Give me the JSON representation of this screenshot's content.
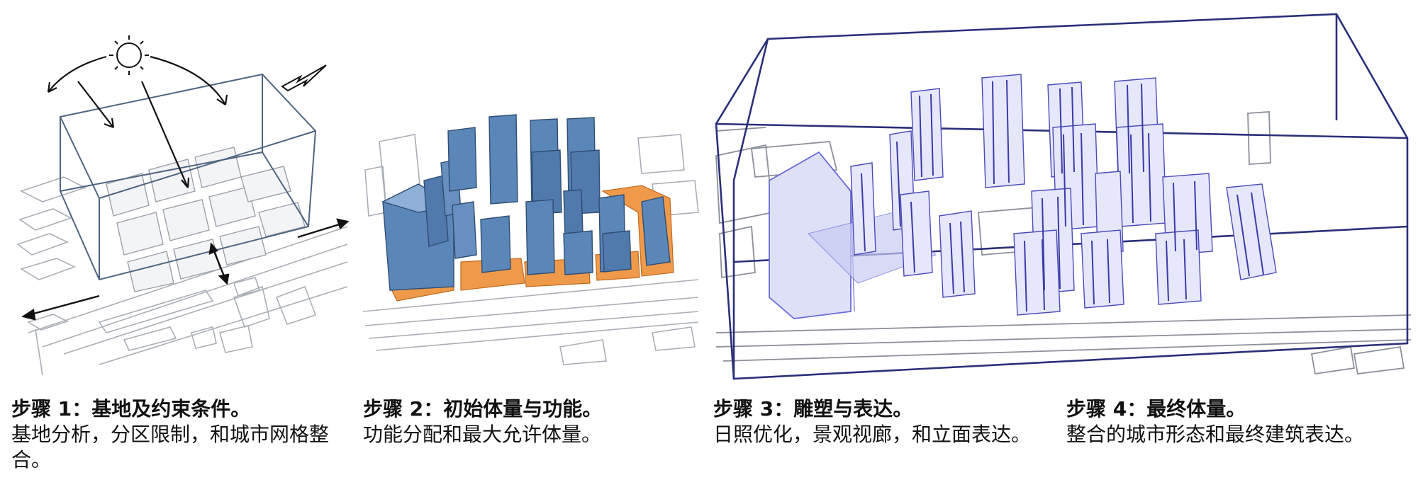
{
  "steps": [
    {
      "title": "步骤 1：基地及约束条件。",
      "desc": "基地分析，分区限制，和城市网格整合。"
    },
    {
      "title": "步骤 2：初始体量与功能。",
      "desc": "功能分配和最大允许体量。"
    },
    {
      "title": "步骤 3：雕塑与表达。",
      "desc": "日照优化，景观视廊，和立面表达。"
    },
    {
      "title": "步骤 4：最终体量。",
      "desc": "整合的城市形态和最终建筑表达。"
    }
  ],
  "colors": {
    "mass_blue": "#5b86b8",
    "podium_orange": "#ef9a4a",
    "envelope_navy": "#2a2f7a",
    "tower_violet": "#6a6ad8",
    "line_gray": "#8a8f99"
  },
  "icons": [
    "sun-icon",
    "wind-arrow-icon",
    "sun-path-arrow-icon",
    "access-arrow-icon"
  ]
}
